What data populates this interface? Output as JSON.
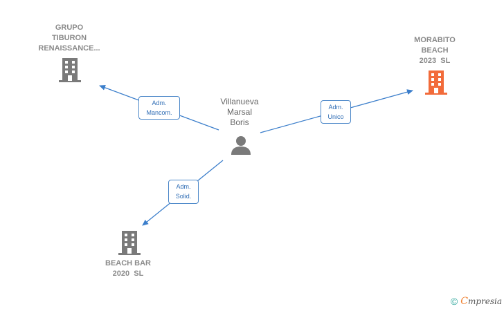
{
  "person": {
    "lines": [
      "Villanueva",
      "Marsal",
      "Boris"
    ],
    "icon": "person-icon"
  },
  "companies": {
    "grupo_tiburon": {
      "lines": [
        "GRUPO",
        "TIBURON",
        "RENAISSANCE..."
      ],
      "icon": "building-icon",
      "color": "#7a7a7a"
    },
    "morabito": {
      "lines": [
        "MORABITO",
        "BEACH",
        "2023  SL"
      ],
      "icon": "building-icon",
      "color": "#f26b3a"
    },
    "beach_bar": {
      "lines": [
        "BEACH BAR",
        "2020  SL"
      ],
      "icon": "building-icon",
      "color": "#7a7a7a"
    }
  },
  "relations": {
    "to_grupo_tiburon": [
      "Adm.",
      "Mancom."
    ],
    "to_morabito": [
      "Adm.",
      "Unico"
    ],
    "to_beach_bar": [
      "Adm.",
      "Solid."
    ]
  },
  "colors": {
    "edge": "#3b7ecb",
    "label_border": "#4a86c8",
    "highlight": "#f26b3a",
    "building": "#7a7a7a"
  },
  "footer": {
    "copyright": "©",
    "brand_initial": "C",
    "brand_rest": "mpresia"
  }
}
